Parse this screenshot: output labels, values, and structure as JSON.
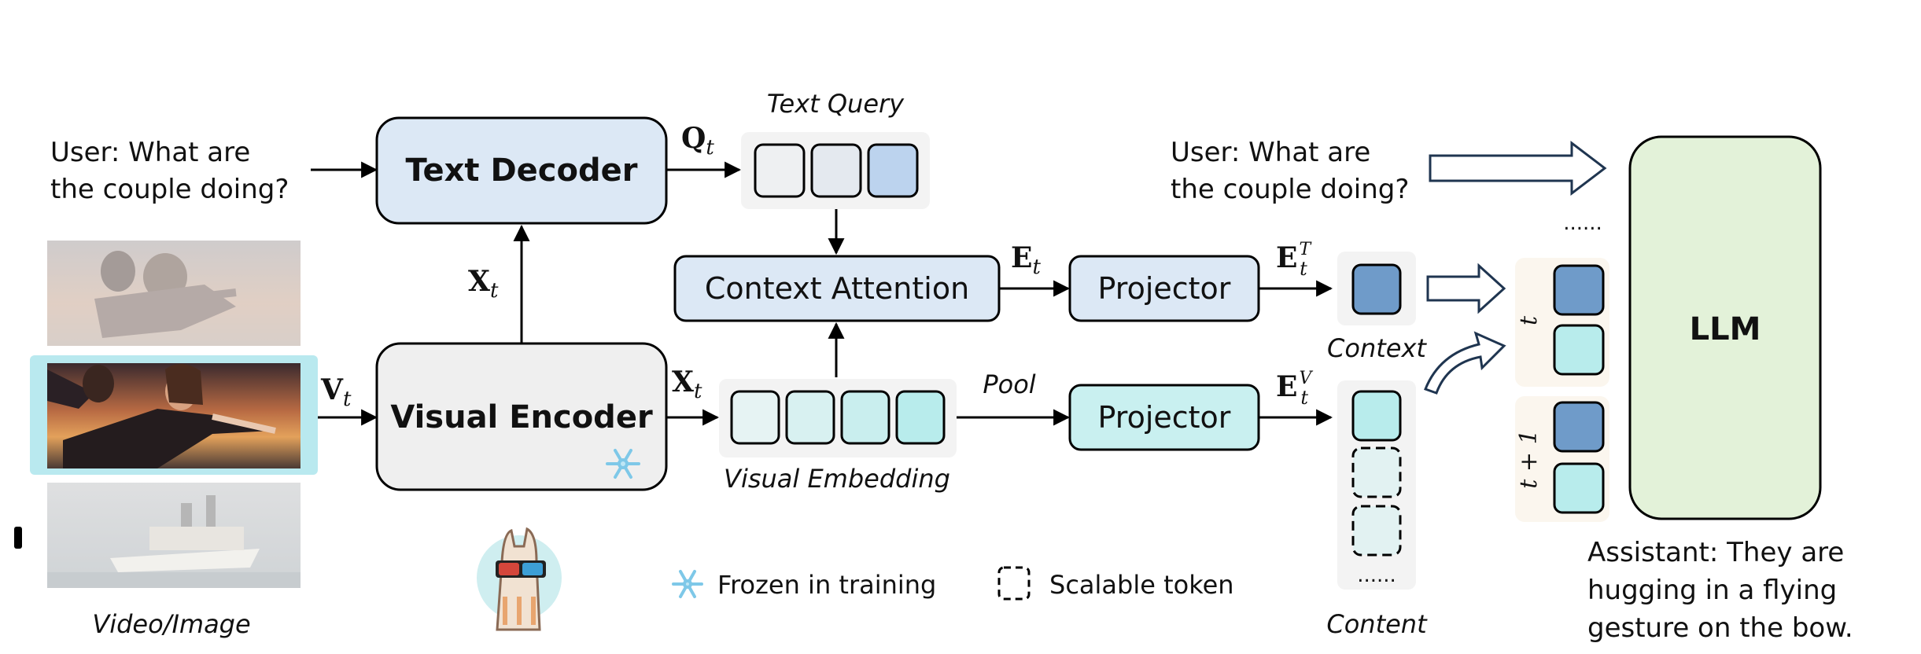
{
  "user_query_left": {
    "line1": "User:  What  are",
    "line2": "the couple doing?"
  },
  "user_query_right": {
    "line1": "User:  What  are",
    "line2": "the couple doing?"
  },
  "boxes": {
    "text_decoder": "Text Decoder",
    "visual_encoder": "Visual Encoder",
    "context_attention": "Context Attention",
    "projector_top": "Projector",
    "projector_bottom": "Projector",
    "llm": "LLM"
  },
  "labels": {
    "text_query": "Text Query",
    "visual_embedding": "Visual Embedding",
    "pool": "Pool",
    "context": "Context",
    "content": "Content",
    "video_image": "Video/Image",
    "dots_top": "......",
    "dots_content": "......",
    "time_t": "t",
    "time_t1": "t + 1"
  },
  "symbols": {
    "Q": "Q",
    "Q_sub": "t",
    "X_up": "X",
    "X_up_sub": "t",
    "V": "V",
    "V_sub": "t",
    "X_right": "X",
    "X_right_sub": "t",
    "E": "E",
    "E_sub": "t",
    "ET": "E",
    "ET_sub": "t",
    "ET_sup": "T",
    "EV": "E",
    "EV_sub": "t",
    "EV_sup": "V"
  },
  "legend": {
    "frozen": "Frozen in training",
    "scalable": "Scalable token"
  },
  "assistant": {
    "line1": "Assistant: They are",
    "line2": "hugging  in  a  flying",
    "line3": "gesture on the bow."
  },
  "colors": {
    "blue_box": "#dce8f5",
    "gray_box": "#efefef",
    "cyan_box": "#c9f0f0",
    "green_box": "#e3f2d9",
    "context_token": "#6f9bc9",
    "content_token": "#b8ecec",
    "frame_highlight": "#b9e9ef"
  }
}
